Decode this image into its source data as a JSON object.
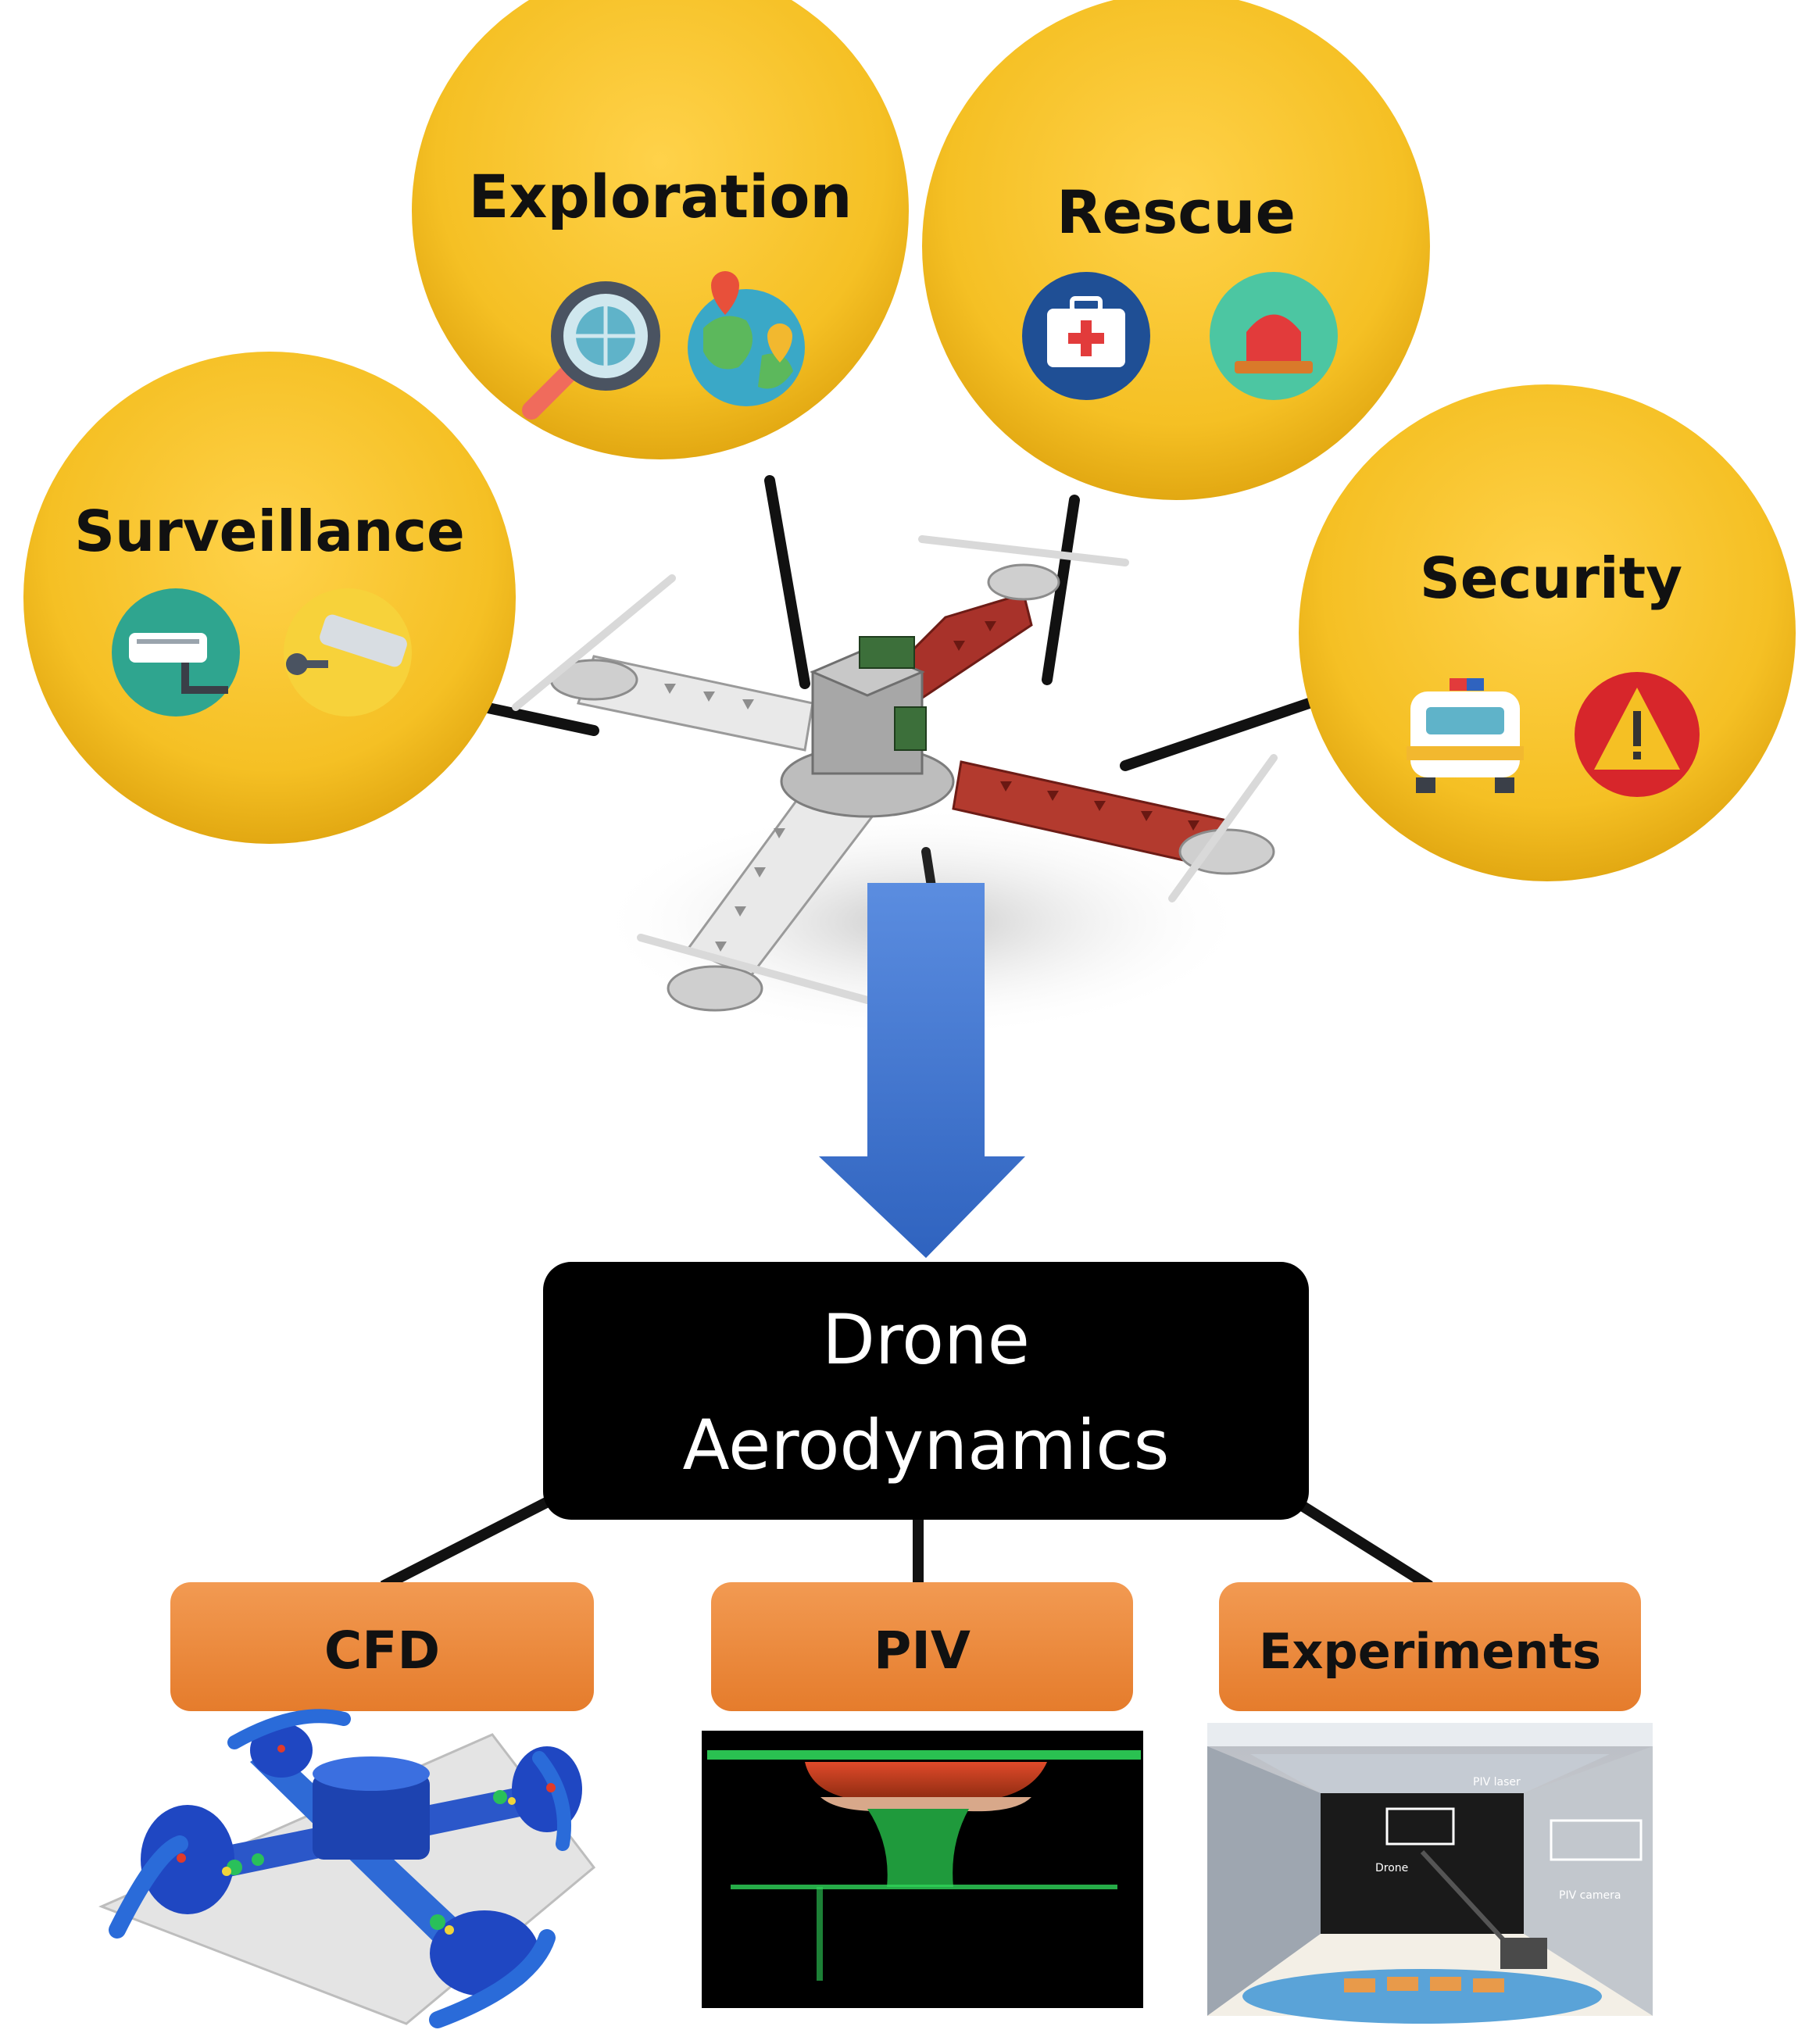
{
  "applications": {
    "exploration": "Exploration",
    "rescue": "Rescue",
    "surveillance": "Surveillance",
    "security": "Security"
  },
  "center": {
    "line1": "Drone",
    "line2": "Aerodynamics"
  },
  "methods": {
    "cfd": "CFD",
    "piv": "PIV",
    "experiments": "Experiments"
  },
  "experiment_photo": {
    "piv_laser": "PIV laser",
    "drone": "Drone",
    "piv_camera": "PIV camera"
  },
  "colors": {
    "bubble": "#F5C024",
    "method_box": "#EE8A3C",
    "center_box": "#000000",
    "arrow": "#3F73C9"
  },
  "icons": [
    "magnifier-globe-icon",
    "world-map-pin-icon",
    "first-aid-kit-icon",
    "alarm-siren-icon",
    "cctv-camera-icon",
    "security-camera-icon",
    "police-car-icon",
    "warning-sign-icon"
  ]
}
